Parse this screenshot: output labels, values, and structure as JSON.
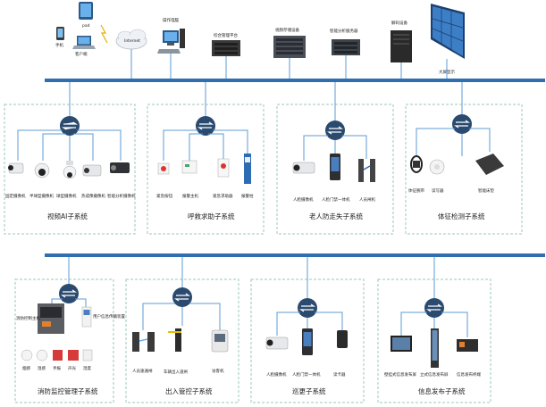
{
  "top_devices": {
    "pad": "pad",
    "phone": "手机",
    "client": "客户端",
    "internet": "Internet",
    "operator_pc": "操作电脑",
    "mgmt_platform": "综合管理平台",
    "video_storage": "视频存储设备",
    "analysis_server": "智能分析服务器",
    "decoder": "解码设备",
    "big_screen": "大屏显示"
  },
  "subsystems": {
    "video_ai": {
      "title": "视频AI子系统",
      "devices": [
        "固定摄像机",
        "半球型摄像机",
        "球型摄像机",
        "热成像摄像机",
        "智能分析摄像机"
      ]
    },
    "call_help": {
      "title": "呼救求助子系统",
      "devices": [
        "紧急按钮",
        "报警主机",
        "紧急求助器",
        "报警柱"
      ]
    },
    "elder_anti_lost": {
      "title": "老人防走失子系统",
      "devices": [
        "人脸摄像机",
        "人脸门禁一体机",
        "人员闸机"
      ]
    },
    "health_detect": {
      "title": "体征检测子系统",
      "devices": [
        "体征腕带",
        "读写器",
        "智能床垫"
      ]
    },
    "fire_monitor": {
      "title": "消防监控管理子系统",
      "host_label": "消防控制主机",
      "panel_label": "用户信息传输装置",
      "devices": [
        "烟感",
        "温感",
        "手报",
        "声光",
        "湿度"
      ]
    },
    "access": {
      "title": "出入管控子系统",
      "devices": [
        "人员速通闸",
        "车辆出入道闸",
        "访客机"
      ]
    },
    "patrol": {
      "title": "巡更子系统",
      "devices": [
        "人脸摄像机",
        "人脸门禁一体机",
        "读卡器"
      ]
    },
    "info_release": {
      "title": "信息发布子系统",
      "devices": [
        "壁挂式信息发布屏",
        "立式信息发布屏",
        "信息发布终端"
      ]
    }
  }
}
